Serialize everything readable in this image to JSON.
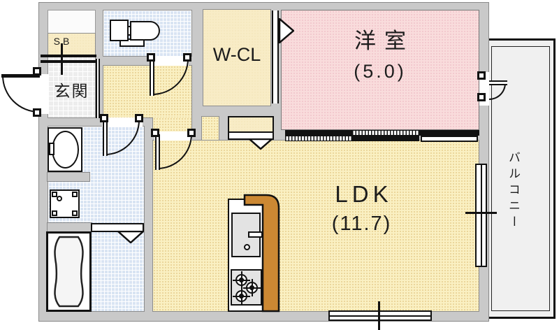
{
  "title": "apartment floor plan",
  "rooms": {
    "bedroom": {
      "label": "洋室",
      "size": "(5.0)"
    },
    "ldk": {
      "label": "LDK",
      "size": "(11.7)"
    },
    "walk_in_closet": {
      "label": "W-CL"
    },
    "entrance": {
      "label": "玄関"
    },
    "shoe_box": {
      "label": "SB"
    },
    "balcony": {
      "label": "バルコニー"
    }
  },
  "fixtures": [
    "toilet",
    "wash-basin",
    "washing-machine-pan",
    "bathtub",
    "kitchen-sink",
    "gas-stove",
    "sliding-window",
    "hinged-door",
    "folding-door"
  ],
  "colors": {
    "wall": "#c9c9c9",
    "ldk_floor": "#faf0c2",
    "bedroom_floor": "#f9dcdc",
    "wet_area_floor": "#d9e4f3",
    "closet_floor": "#f8ecc6",
    "entrance_floor": "#ededed",
    "balcony_floor": "#f0f0f0",
    "kitchen_counter": "#cc8833",
    "line": "#111111"
  }
}
